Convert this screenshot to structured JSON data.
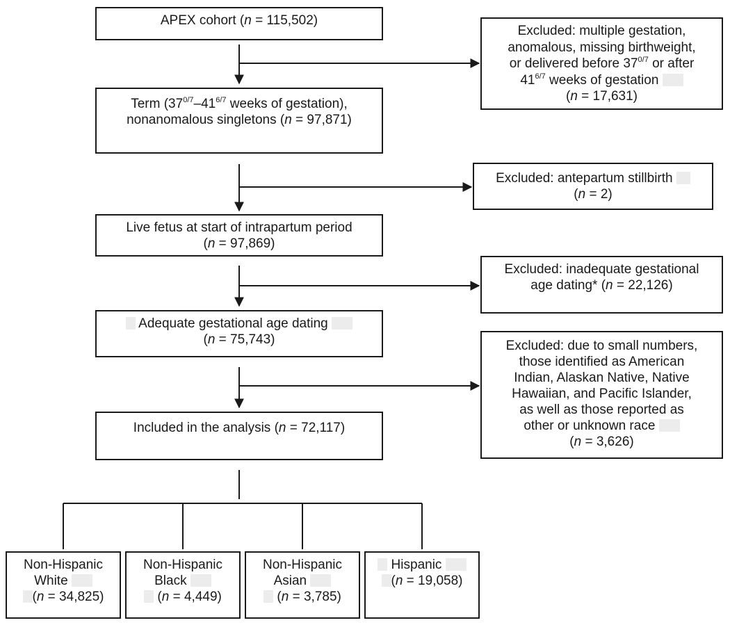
{
  "main": [
    {
      "id": "apex",
      "lines": [
        [
          "APEX cohort (",
          {
            "i": "n"
          },
          " = 115,502)"
        ]
      ]
    },
    {
      "id": "term",
      "lines": [
        [
          "Term (37",
          {
            "sup": "0/7"
          },
          "–41",
          {
            "sup": "6/7"
          },
          " weeks of gestation),"
        ],
        [
          "nonanomalous singletons (",
          {
            "i": "n"
          },
          " = 97,871)"
        ]
      ]
    },
    {
      "id": "live",
      "lines": [
        [
          "Live fetus at start of intrapartum period"
        ],
        [
          "(",
          {
            "i": "n"
          },
          " = 97,869)"
        ]
      ]
    },
    {
      "id": "adequate",
      "lines": [
        [
          {
            "mask": "w14"
          },
          " Adequate gestational age dating ",
          {
            "mask": ""
          }
        ],
        [
          "(",
          {
            "i": "n"
          },
          " = 75,743)"
        ]
      ]
    },
    {
      "id": "included",
      "lines": [
        [
          "Included in the analysis (",
          {
            "i": "n"
          },
          " = 72,117)"
        ]
      ]
    }
  ],
  "excluded": [
    {
      "id": "ex1",
      "lines": [
        [
          "Excluded: multiple gestation,"
        ],
        [
          "anomalous, missing birthweight,"
        ],
        [
          "or delivered before 37",
          {
            "sup": "0/7"
          },
          " or after"
        ],
        [
          "41",
          {
            "sup": "6/7"
          },
          " weeks of gestation ",
          {
            "mask": ""
          }
        ],
        [
          "(",
          {
            "i": "n"
          },
          " = 17,631)"
        ]
      ]
    },
    {
      "id": "ex2",
      "lines": [
        [
          "Excluded: antepartum stillbirth ",
          {
            "mask": "w20"
          }
        ],
        [
          "(",
          {
            "i": "n"
          },
          " = 2)"
        ]
      ]
    },
    {
      "id": "ex3",
      "lines": [
        [
          "Excluded: inadequate gestational"
        ],
        [
          "age dating* (",
          {
            "i": "n"
          },
          " = 22,126)"
        ]
      ]
    },
    {
      "id": "ex4",
      "lines": [
        [
          "Excluded: due to small numbers,"
        ],
        [
          "those identified as American"
        ],
        [
          "Indian, Alaskan Native, Native"
        ],
        [
          "Hawaiian, and Pacific Islander,"
        ],
        [
          "as well as those reported as"
        ],
        [
          "other or unknown race ",
          {
            "mask": ""
          }
        ],
        [
          "(",
          {
            "i": "n"
          },
          " = 3,626)"
        ]
      ]
    }
  ],
  "groups": [
    {
      "id": "white",
      "lines": [
        [
          "Non-Hispanic"
        ],
        [
          "White ",
          {
            "mask": ""
          }
        ],
        [
          {
            "mask": "w14"
          },
          "(",
          {
            "i": "n"
          },
          " = 34,825)"
        ]
      ]
    },
    {
      "id": "black",
      "lines": [
        [
          "Non-Hispanic"
        ],
        [
          "Black ",
          {
            "mask": ""
          }
        ],
        [
          {
            "mask": "w14"
          },
          " (",
          {
            "i": "n"
          },
          " = 4,449)"
        ]
      ]
    },
    {
      "id": "asian",
      "lines": [
        [
          "Non-Hispanic"
        ],
        [
          "Asian ",
          {
            "mask": ""
          }
        ],
        [
          {
            "mask": "w14"
          },
          " (",
          {
            "i": "n"
          },
          " = 3,785)"
        ]
      ]
    },
    {
      "id": "hispanic",
      "lines": [
        [
          {
            "mask": "w14"
          },
          " Hispanic ",
          {
            "mask": ""
          }
        ],
        [
          {
            "mask": "w14"
          },
          "(",
          {
            "i": "n"
          },
          " = 19,058)"
        ]
      ]
    }
  ]
}
